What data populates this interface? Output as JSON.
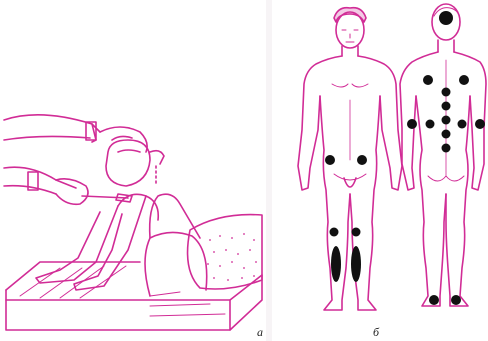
{
  "colors": {
    "line": "#d12c96",
    "dot": "#111111",
    "fill_light": "#f6d0e8",
    "background": "#ffffff"
  },
  "panels": {
    "a": {
      "label": "а"
    },
    "b": {
      "label": "б"
    }
  },
  "figure": {
    "front_view_points": 6,
    "back_view_points": 14
  }
}
